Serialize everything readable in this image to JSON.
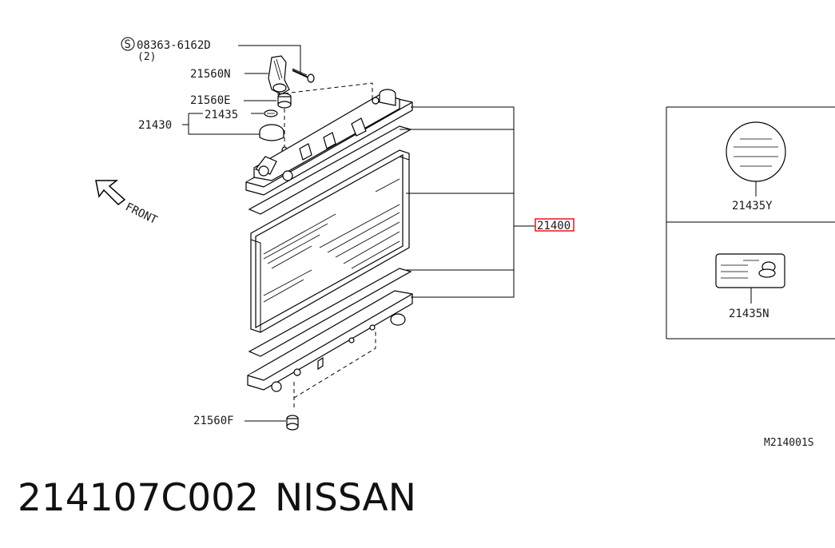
{
  "labels": {
    "bolt_code": "08363-6162D",
    "bolt_qty": "(2)",
    "bolt_symbol": "S",
    "p21560N": "21560N",
    "p21560E": "21560E",
    "p21430": "21430",
    "p21435": "21435",
    "p21400": "21400",
    "p21560F": "21560F",
    "p21435Y": "21435Y",
    "p21435N": "21435N",
    "front": "FRONT",
    "diagram_id": "M214001S"
  },
  "footer": {
    "part_number": "214107C002",
    "brand": "NISSAN"
  },
  "highlight_color": "#e8141c"
}
